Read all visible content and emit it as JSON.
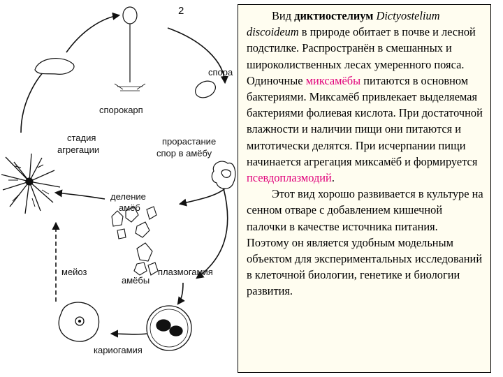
{
  "diagram": {
    "number": "2",
    "labels": {
      "spore": "спора",
      "sporocarp": "спорокарп",
      "germination_line1": "прорастание",
      "germination_line2": "спор в амёбу",
      "aggregation_line1": "стадия",
      "aggregation_line2": "агрегации",
      "division_line1": "деление",
      "division_line2": "амёб",
      "meiosis": "мейоз",
      "amoebae": "амёбы",
      "plasmogamy": "плазмогамия",
      "karyogamy": "кариогамия"
    }
  },
  "text": {
    "p1": {
      "intro": "Вид ",
      "name_bold": "диктиостелиум",
      "space": " ",
      "latin": "Dictyostelium discoideum",
      "part1": " в природе обитает в почве и лесной подстилке. Распространён в смешанных и широколиственных лесах умеренного пояса. Одиночные ",
      "term1": "миксамёбы",
      "part2": " питаются в основном бактериями. Миксамёб привлекает выделяемая бактериями фолиевая кислота. При достаточной влажности и наличии пищи они питаются и митотически делятся. При исчерпании пищи начинается агрегация миксамёб и формируется ",
      "term2": "псевдоплазмодий",
      "end": "."
    },
    "p2": "Этот вид хорошо развивается в культуре на сенном отваре с добавлением кишечной палочки в качестве источника питания.",
    "p3": "Поэтому он является удобным модельным объектом для экспериментальных исследований в клеточной биологии, генетике и биологии развития."
  },
  "colors": {
    "highlight": "#e0007a",
    "panel_background": "#fffdf0"
  }
}
